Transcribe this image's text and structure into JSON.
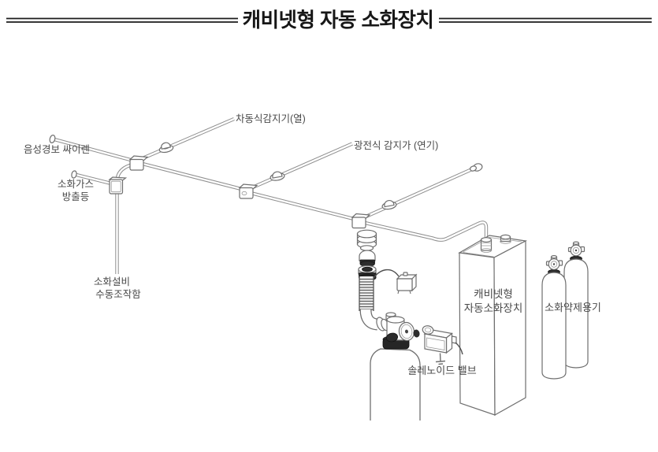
{
  "title": "캐비넷형 자동 소화장치",
  "labels": {
    "siren": "음성경보 싸이렌",
    "gas_lamp_line1": "소화가스",
    "gas_lamp_line2": "방출등",
    "heat_detector": "차동식감지기(열)",
    "smoke_detector": "광전식 감지가 (연기)",
    "manual_box_line1": "소화설비",
    "manual_box_line2": "수동조작함",
    "cabinet_line1": "캐비넷형",
    "cabinet_line2": "자동소화장치",
    "solenoid_valve": "솔레노이드 밸브",
    "agent_container": "소화약제용기"
  },
  "colors": {
    "background": "#ffffff",
    "pipe_line": "#8e8e8e",
    "outline": "#6f6f6f",
    "label_text": "#4a4a4a",
    "title_text": "#171717",
    "dark_parts": "#2c2c2c"
  }
}
